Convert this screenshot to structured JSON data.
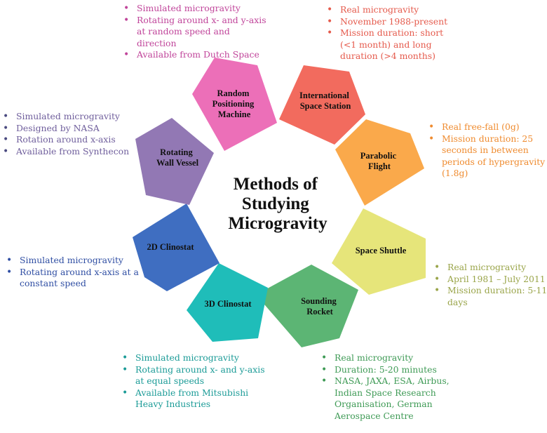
{
  "title": {
    "line1": "Methods of",
    "line2": "Studying",
    "line3": "Microgravity"
  },
  "nodes": [
    {
      "id": "rpm",
      "label_lines": [
        "Random",
        "Positioning",
        "Machine"
      ],
      "color": "#ec6fb8",
      "bullets": [
        "Simulated microgravity",
        "Rotating around x- and y-axis at random speed and direction",
        "Available from Dutch Space"
      ]
    },
    {
      "id": "iss",
      "label_lines": [
        "International",
        "Space Station"
      ],
      "color": "#f26b5e",
      "bullets": [
        "Real microgravity",
        "November 1988-present",
        "Mission duration: short (<1 month) and long duration (>4 months)"
      ]
    },
    {
      "id": "pf",
      "label_lines": [
        "Parabolic",
        "Flight"
      ],
      "color": "#faa94b",
      "bullets": [
        "Real free-fall (0g)",
        "Mission duration: 25 seconds in between periods of hypergravity (1.8g)"
      ]
    },
    {
      "id": "ss",
      "label_lines": [
        "Space Shuttle"
      ],
      "color": "#e6e57a",
      "bullets": [
        "Real microgravity",
        "April 1981 – July 2011",
        "Mission duration: 5-11 days"
      ]
    },
    {
      "id": "sr",
      "label_lines": [
        "Sounding",
        "Rocket"
      ],
      "color": "#5cb574",
      "bullets": [
        "Real microgravity",
        "Duration: 5-20 minutes",
        "NASA, JAXA, ESA, Airbus, Indian Space Research Organisation, German Aerospace Centre"
      ]
    },
    {
      "id": "3d",
      "label_lines": [
        "3D Clinostat"
      ],
      "color": "#1fbdb9",
      "bullets": [
        "Simulated microgravity",
        "Rotating around x- and y-axis at equal speeds",
        "Available from Mitsubishi Heavy Industries"
      ]
    },
    {
      "id": "2d",
      "label_lines": [
        "2D Clinostat"
      ],
      "color": "#3f6ec1",
      "bullets": [
        "Simulated microgravity",
        "Rotating around x-axis at a constant speed"
      ]
    },
    {
      "id": "rwv",
      "label_lines": [
        "Rotating",
        "Wall Vessel"
      ],
      "color": "#9278b4",
      "bullets": [
        "Simulated microgravity",
        "Designed by NASA",
        "Rotation around x-axis",
        "Available from Synthecon"
      ]
    }
  ]
}
